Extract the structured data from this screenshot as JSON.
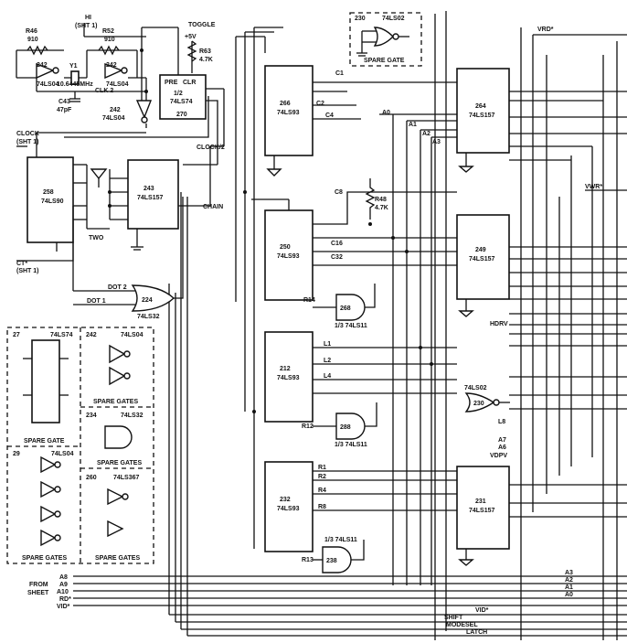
{
  "top": {
    "r46": "R46",
    "r46_val": "910",
    "r52": "R52",
    "r52_val": "910",
    "hi_sht": "HI",
    "hi_sht2": "(SHT 1)",
    "toggle": "TOGGLE",
    "plus5": "+5V",
    "r63": "R63",
    "r63_val": "4.7K",
    "y1": "Y1",
    "y1_val": "10.6445MHz",
    "c43": "C43",
    "c43_val": "47pF",
    "clk2": "CLK 2",
    "spare_u230": "230",
    "spare_u230_type": "74LS02",
    "spare_gate_label": "SPARE GATE",
    "vrd": "VRD*"
  },
  "chips": {
    "u242a_num": "242",
    "u242a_type": "74LS04",
    "u242b_num": "242",
    "u242b_type": "74LS04",
    "u242c_num": "242",
    "u242c_type": "74LS04",
    "u270_half": "1/2",
    "u270_type": "74LS74",
    "u270_num": "270",
    "u270_pre": "PRE",
    "u270_clr": "CLR",
    "u258_num": "258",
    "u258_type": "74LS90",
    "u243_num": "243",
    "u243_type": "74LS157",
    "u266_num": "266",
    "u266_type": "74LS93",
    "u250_num": "250",
    "u250_type": "74LS93",
    "u212_num": "212",
    "u212_type": "74LS93",
    "u232_num": "232",
    "u232_type": "74LS93",
    "u264_num": "264",
    "u264_type": "74LS157",
    "u249_num": "249",
    "u249_type": "74LS157",
    "u231_num": "231",
    "u231_type": "74LS157",
    "u224_num": "224",
    "u224_type": "74LS32",
    "u268_num": "268",
    "u268_type": "1/3 74LS11",
    "u288_num": "288",
    "u288_type": "1/3 74LS11",
    "u238_num": "238",
    "u238_type": "1/3 74LS11",
    "u230b_num": "230",
    "u230b_type": "74LS02",
    "r48": "R48",
    "r48_val": "4.7K"
  },
  "signals": {
    "clock": "CLOCK",
    "clock_sht": "(SHT 1)",
    "clock2": "CLOCK/2",
    "chain": "CHAIN",
    "two": "TWO",
    "ct": "CT*",
    "ct_sht": "(SHT 1)",
    "dot2": "DOT 2",
    "dot1": "DOT 1",
    "c1": "C1",
    "c2": "C2",
    "c4": "C4",
    "c8": "C8",
    "c16": "C16",
    "c32": "C32",
    "l1": "L1",
    "l2": "L2",
    "l4": "L4",
    "l8": "L8",
    "r1": "R1",
    "r2": "R2",
    "r4": "R4",
    "r8": "R8",
    "r12": "R12",
    "r13": "R13",
    "r14": "R14",
    "a0": "A0",
    "a1": "A1",
    "a2": "A2",
    "a3": "A3",
    "a6": "A6",
    "a7": "A7",
    "vwr": "VWR*",
    "hdrv": "HDRV",
    "vdpv": "VDPV",
    "a8": "A8",
    "a9": "A9",
    "a10": "A10",
    "rd": "RD*",
    "vid": "VID*",
    "from_sheet": "FROM",
    "from_sheet2": "SHEET",
    "vid_b": "VID*",
    "shift": "SHIFT",
    "modesel": "MODESEL",
    "latch": "LATCH",
    "a3b": "A3",
    "a2b": "A2",
    "a1b": "A1",
    "a0b": "A0"
  },
  "spares": {
    "u27": "27",
    "u27_type": "74LS74",
    "u27_label": "SPARE GATE",
    "u242d": "242",
    "u242d_type": "74LS04",
    "u242d_label": "SPARE GATES",
    "u234": "234",
    "u234_type": "74LS32",
    "u234_label": "SPARE GATES",
    "u29": "29",
    "u29_type": "74LS04",
    "u29_label": "SPARE GATES",
    "u260": "260",
    "u260_type": "74LS367",
    "u260_label": "SPARE GATES"
  }
}
